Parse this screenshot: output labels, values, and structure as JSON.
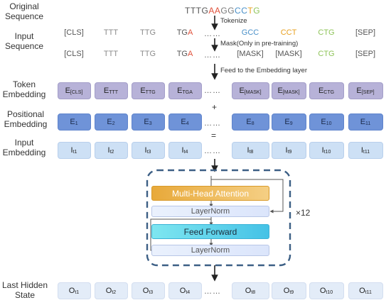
{
  "labels": {
    "original_sequence": "Original\nSequence",
    "input_sequence": "Input\nSequence",
    "token_embedding": "Token\nEmbedding",
    "positional_embedding": "Positional\nEmbedding",
    "input_embedding": "Input\nEmbedding",
    "last_hidden_state": "Last Hidden\nState"
  },
  "original_dna": [
    {
      "text": "TTTG",
      "color": "#555555"
    },
    {
      "text": "A",
      "color": "#e0503a"
    },
    {
      "text": "A",
      "color": "#e0503a"
    },
    {
      "text": "GG",
      "color": "#7a7a7a"
    },
    {
      "text": "C",
      "color": "#4a90c8"
    },
    {
      "text": "C",
      "color": "#4a90c8"
    },
    {
      "text": "T",
      "color": "#e8a020"
    },
    {
      "text": "G",
      "color": "#8fc45a"
    }
  ],
  "steps": {
    "tokenize": "Tokenize",
    "mask": "Mask(Only in pre-training)",
    "feed": "Feed to the Embedding layer"
  },
  "tokenized_row": [
    "[CLS]",
    "TTT",
    "TTG",
    "TGA",
    "GCC",
    "CCT",
    "CTG",
    "[SEP]"
  ],
  "masked_row": [
    "[CLS]",
    "TTT",
    "TTG",
    "TGA",
    "[MASK]",
    "[MASK]",
    "CTG",
    "[SEP]"
  ],
  "ellipsis": "……",
  "operators": {
    "plus": "+",
    "equals": "="
  },
  "token_embeddings": [
    {
      "base": "E",
      "sub": "[CLS]"
    },
    {
      "base": "E",
      "sub": "TTT"
    },
    {
      "base": "E",
      "sub": "TTG"
    },
    {
      "base": "E",
      "sub": "TGA"
    },
    {
      "base": "E",
      "sub": "[MASK]"
    },
    {
      "base": "E",
      "sub": "[MASK]"
    },
    {
      "base": "E",
      "sub": "CTG"
    },
    {
      "base": "E",
      "sub": "[SEP]"
    }
  ],
  "positional_embeddings": [
    {
      "base": "E",
      "sub": "1"
    },
    {
      "base": "E",
      "sub": "2"
    },
    {
      "base": "E",
      "sub": "3"
    },
    {
      "base": "E",
      "sub": "4"
    },
    {
      "base": "E",
      "sub": "8"
    },
    {
      "base": "E",
      "sub": "9"
    },
    {
      "base": "E",
      "sub": "10"
    },
    {
      "base": "E",
      "sub": "11"
    }
  ],
  "input_embeddings": [
    {
      "base": "I",
      "sub": "t1"
    },
    {
      "base": "I",
      "sub": "t2"
    },
    {
      "base": "I",
      "sub": "t3"
    },
    {
      "base": "I",
      "sub": "t4"
    },
    {
      "base": "I",
      "sub": "t8"
    },
    {
      "base": "I",
      "sub": "t9"
    },
    {
      "base": "I",
      "sub": "t10"
    },
    {
      "base": "I",
      "sub": "t11"
    }
  ],
  "outputs": [
    {
      "base": "O",
      "sub": "t1"
    },
    {
      "base": "O",
      "sub": "t2"
    },
    {
      "base": "O",
      "sub": "t3"
    },
    {
      "base": "O",
      "sub": "t4"
    },
    {
      "base": "O",
      "sub": "t8"
    },
    {
      "base": "O",
      "sub": "t9"
    },
    {
      "base": "O",
      "sub": "t10"
    },
    {
      "base": "O",
      "sub": "t11"
    }
  ],
  "transformer": {
    "attention": "Multi-Head  Attention",
    "norm1": "LayerNorm",
    "ffn": "Feed  Forward",
    "norm2": "LayerNorm",
    "repeat": "×12"
  },
  "colors": {
    "token_emb": "#b7b2d8",
    "pos_emb": "#6f93d8",
    "input_emb": "#cde0f5",
    "attention_start": "#f7d58a",
    "attention_end": "#e8a93a",
    "ffn_start": "#7ee6f0",
    "ffn_end": "#45c2e6",
    "dashed_border": "#3c5f85"
  }
}
